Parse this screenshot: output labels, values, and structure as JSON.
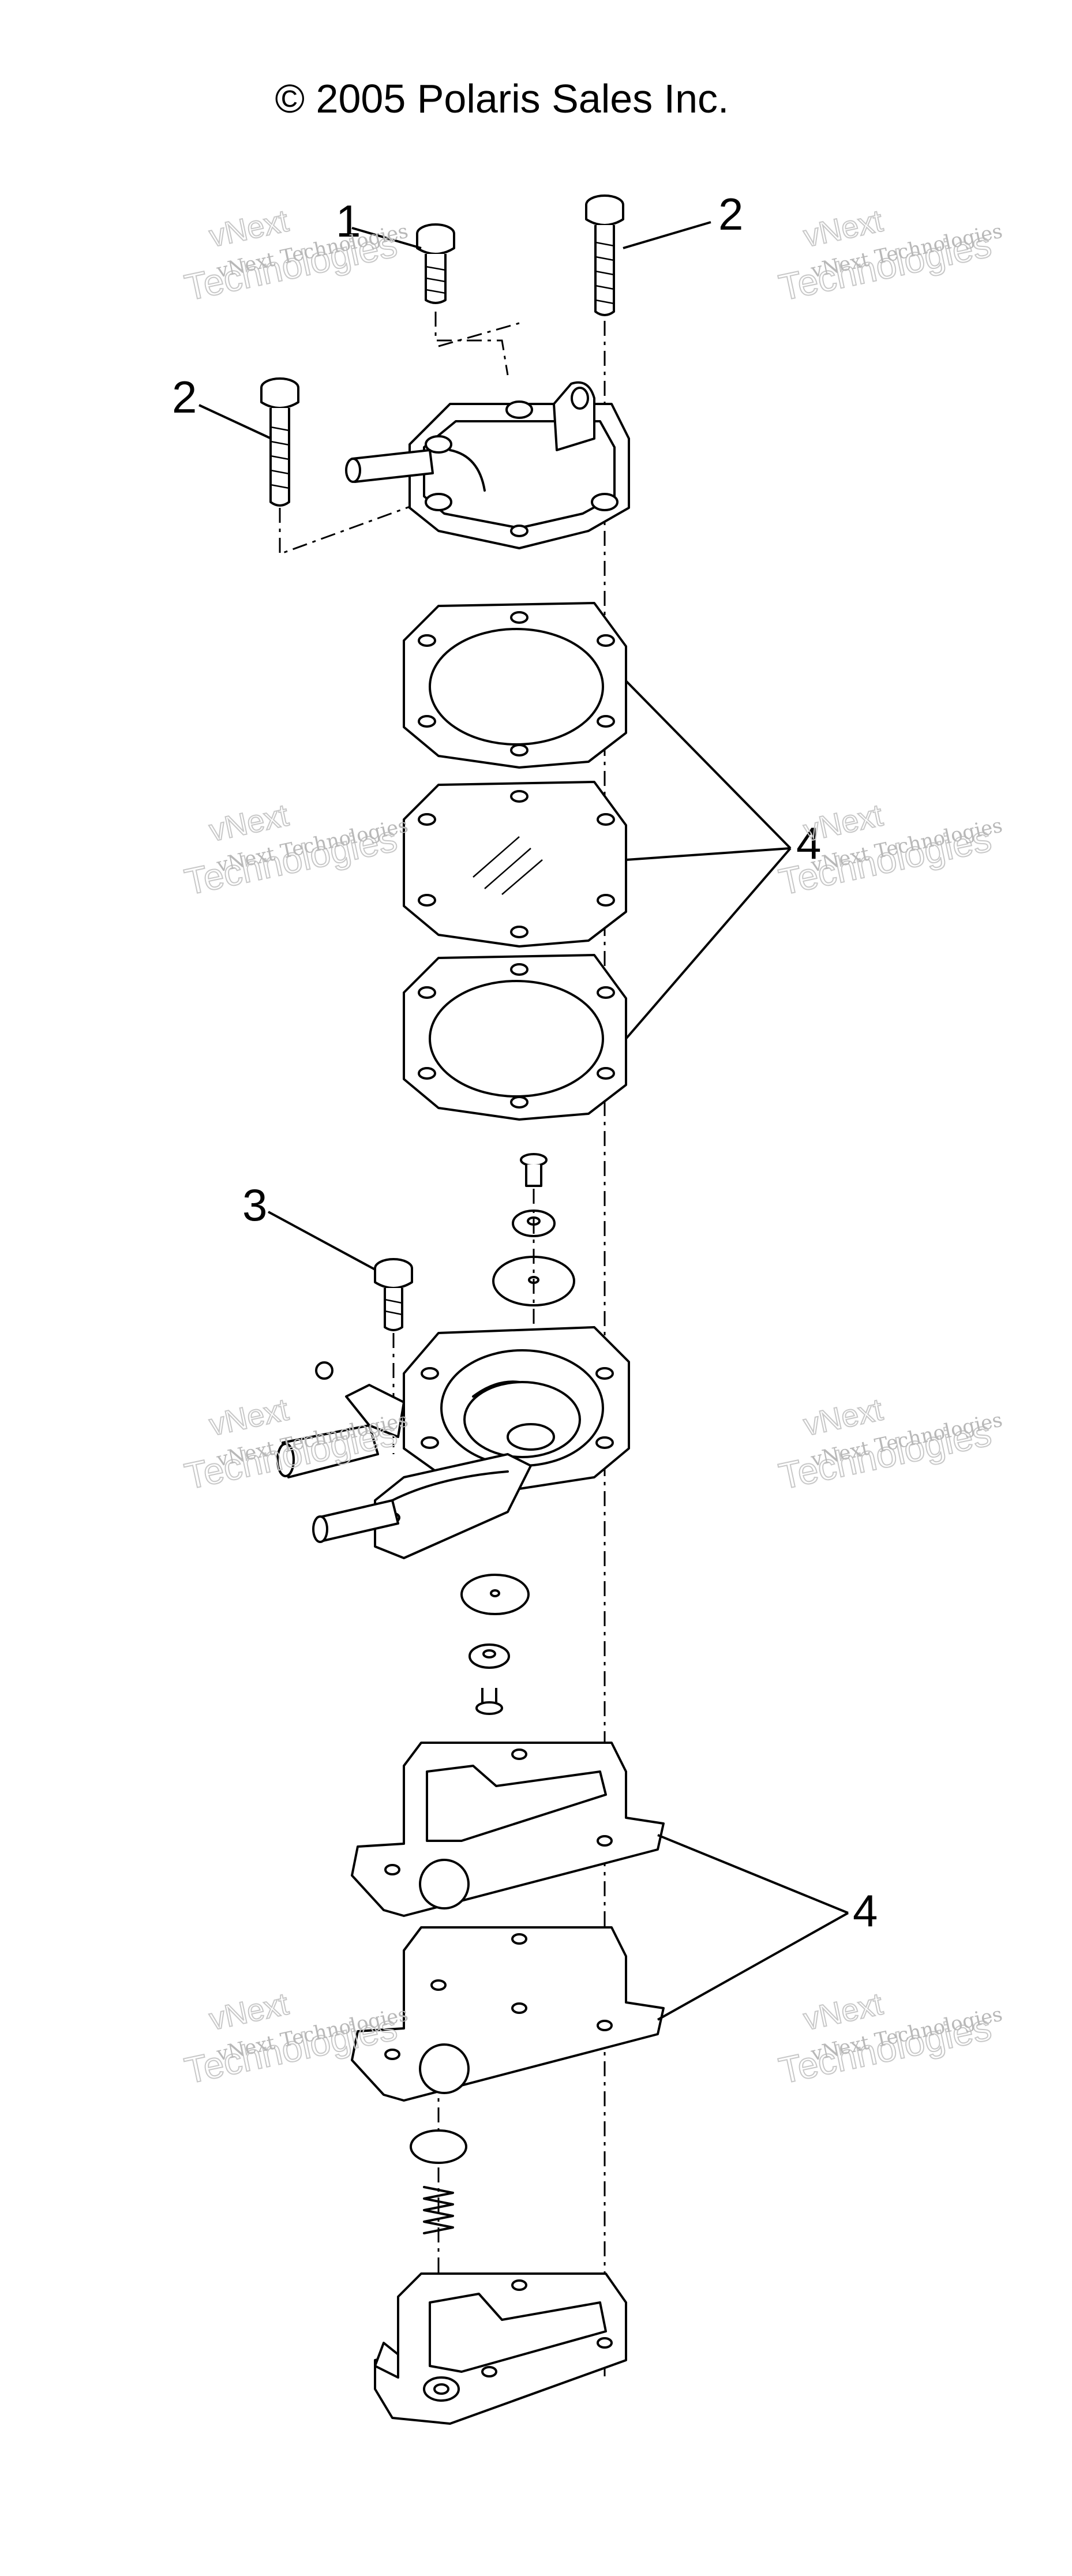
{
  "header": {
    "copyright": "© 2005 Polaris Sales Inc."
  },
  "callouts": {
    "c1": "1",
    "c2_top": "2",
    "c2_left": "2",
    "c3": "3",
    "c4_upper": "4",
    "c4_lower": "4"
  },
  "watermark": {
    "line1": "vNext Technologies",
    "line2": "Technologies",
    "line3": "vNext"
  }
}
